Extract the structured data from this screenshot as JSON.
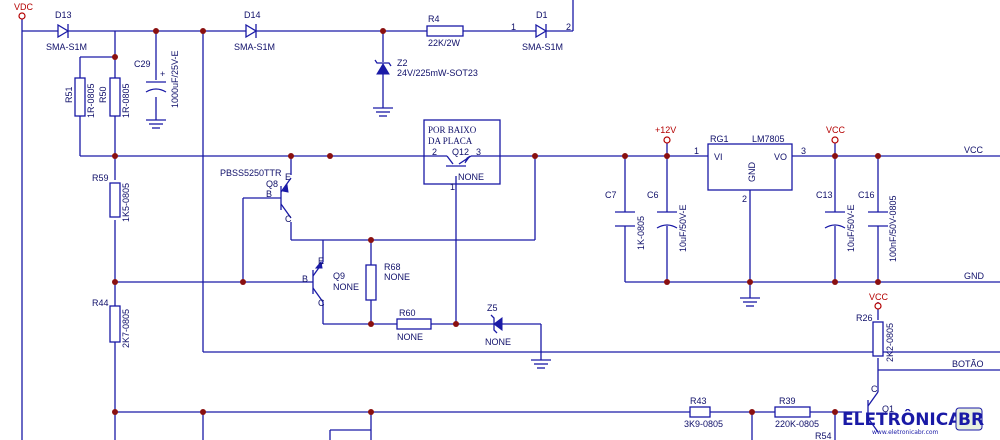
{
  "labels": {
    "vdc": "VDC",
    "d13": "D13",
    "d13_val": "SMA-S1M",
    "d14": "D14",
    "d14_val": "SMA-S1M",
    "d1": "D1",
    "d1_val": "SMA-S1M",
    "d1_p1": "1",
    "d1_p2": "2",
    "r4": "R4",
    "r4_val": "22K/2W",
    "z2": "Z2",
    "z2_val": "24V/225mW-SOT23",
    "c29": "C29",
    "c29_val": "1000uF/25V-E",
    "c29_plus": "+",
    "r51": "R51",
    "r51_val": "1R-0805",
    "r50": "R50",
    "r50_val": "1R-0805",
    "r59": "R59",
    "r59_val": "1K5-0805",
    "q8_part": "PBSS5250TTR",
    "q8": "Q8",
    "q8_b": "B",
    "q8_e": "E",
    "q8_c": "C",
    "q9": "Q9",
    "q9_val": "NONE",
    "q9_b": "B",
    "q9_e": "E",
    "q9_c": "C",
    "r68": "R68",
    "r68_val": "NONE",
    "r60": "R60",
    "r60_val": "NONE",
    "z5": "Z5",
    "z5_val": "NONE",
    "r44": "R44",
    "r44_val": "2K7-0805",
    "q12_note1": "POR BAIXO",
    "q12_note2": "DA PLACA",
    "q12": "Q12",
    "q12_val": "NONE",
    "q12_p2": "2",
    "q12_p3": "3",
    "q12_p1": "1",
    "p12v": "+12V",
    "rg1": "RG1",
    "rg1_part": "LM7805",
    "rg1_vi": "VI",
    "rg1_vo": "VO",
    "rg1_gnd": "GND",
    "rg1_p1": "1",
    "rg1_p2": "2",
    "rg1_p3": "3",
    "vcc_top": "VCC",
    "c7": "C7",
    "c7_val": "1K-0805",
    "c6": "C6",
    "c6_val": "10uF/50V-E",
    "c13": "C13",
    "c13_val": "10uF/50V-E",
    "c16": "C16",
    "c16_val": "100nF/50V-0805",
    "net_vcc": "VCC",
    "net_gnd": "GND",
    "net_botao": "BOTÃO",
    "vcc_r26": "VCC",
    "r26": "R26",
    "r26_val": "2K2-0805",
    "r43": "R43",
    "r43_val": "3K9-0805",
    "r39": "R39",
    "r39_val": "220K-0805",
    "q1": "Q1",
    "q1_c": "C",
    "r54": "R54",
    "logo_main": "ELETRÔNICA",
    "logo_br": "BR",
    "logo_sub": "www.eletronicabr.com"
  }
}
